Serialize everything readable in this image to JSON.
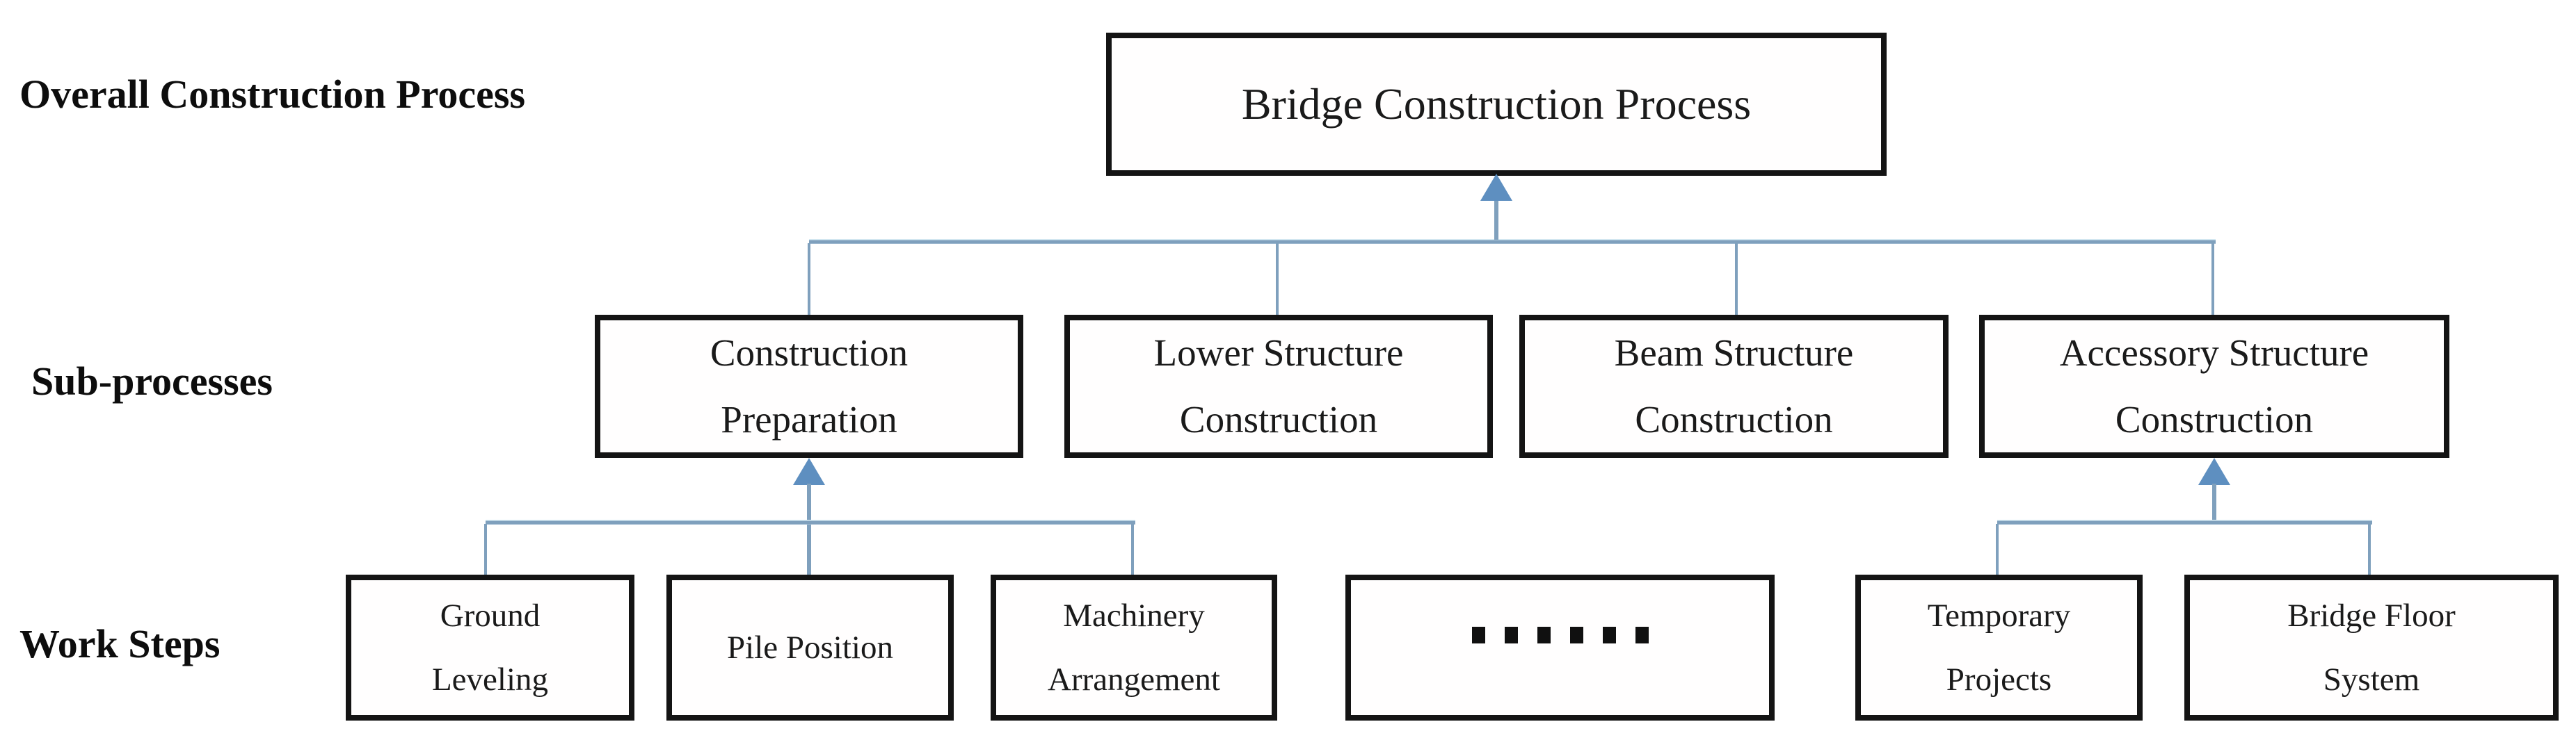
{
  "row_labels": {
    "overall": "Overall Construction Process",
    "sub_processes": "Sub-processes",
    "work_steps": "Work Steps"
  },
  "root": {
    "label": "Bridge Construction Process"
  },
  "sub_processes": [
    {
      "label": "Construction\nPreparation"
    },
    {
      "label": "Lower Structure\nConstruction"
    },
    {
      "label": "Beam Structure\nConstruction"
    },
    {
      "label": "Accessory Structure\nConstruction"
    }
  ],
  "work_steps": [
    {
      "label": "Ground\nLeveling",
      "parent": "Construction Preparation"
    },
    {
      "label": "Pile Position",
      "parent": "Construction Preparation"
    },
    {
      "label": "Machinery\nArrangement",
      "parent": "Construction Preparation"
    },
    {
      "label": "......",
      "parent": ""
    },
    {
      "label": "Temporary\nProjects",
      "parent": "Accessory Structure Construction"
    },
    {
      "label": "Bridge Floor\nSystem",
      "parent": "Accessory Structure Construction"
    }
  ],
  "colors": {
    "connector": "#7fa0bd",
    "connector-hi": "#d9edf5",
    "arrow": "#5e8fc0",
    "box-border": "#141414",
    "text": "#1a1a1a"
  }
}
